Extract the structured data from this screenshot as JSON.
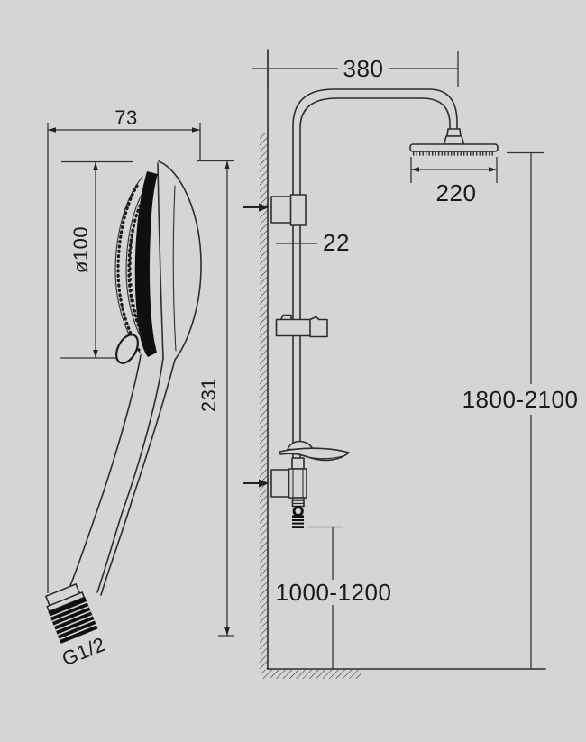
{
  "document": {
    "kind": "technical-dimension-drawing",
    "subject": "shower set: hand shower (side view) and wall-mounted shower column with overhead head"
  },
  "colors": {
    "background": "#d4d6d5",
    "line": "#2c2c2c",
    "dark_fill": "#0f0f0f",
    "text": "#1a1a1a"
  },
  "hand_shower": {
    "width": "73",
    "face_diameter": "ø100",
    "length": "231",
    "thread": "G1/2"
  },
  "column": {
    "arm_reach": "380",
    "head_diameter": "220",
    "pipe_diameter": "22",
    "overall_height": "1800-2100",
    "outlet_height": "1000-1200"
  }
}
